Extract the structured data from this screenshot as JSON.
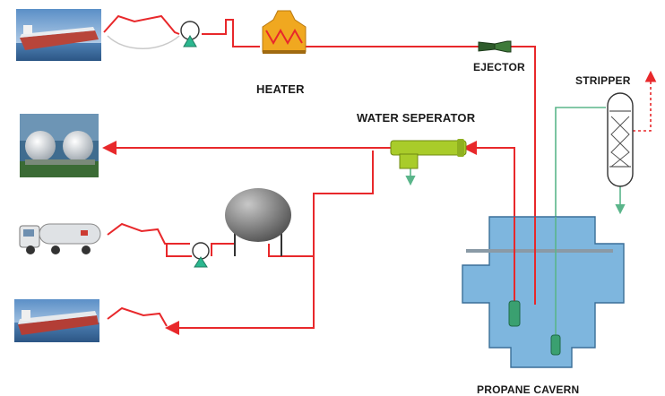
{
  "labels": {
    "heater": "HEATER",
    "ejector": "EJECTOR",
    "stripper": "STRIPPER",
    "water_separator": "WATER SEPERATOR",
    "cavern": "PROPANE CAVERN"
  },
  "colors": {
    "flow_line": "#e8282b",
    "green_line": "#5ab58a",
    "cavern_fill": "#7eb6de",
    "separator_fill": "#a9cc2a",
    "heater_fill": "#f0a820",
    "pump_fill": "#2bb78f"
  },
  "icons": {
    "ship_top": "tanker-ship-image",
    "spheres": "storage-spheres-image",
    "truck": "tank-truck-image",
    "ship_bottom": "lpg-ship-image"
  }
}
